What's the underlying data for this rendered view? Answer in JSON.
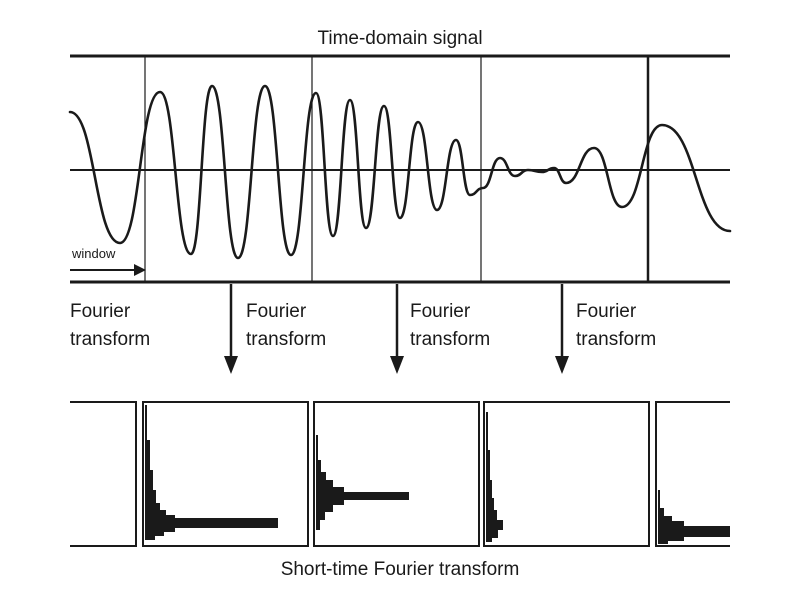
{
  "title_top": "Time-domain signal",
  "title_bottom": "Short-time Fourier transform",
  "window_label": "window",
  "transform_labels": [
    "Fourier\ntransform",
    "Fourier\ntransform",
    "Fourier\ntransform",
    "Fourier\ntransform"
  ],
  "colors": {
    "ink": "#1a1a1a",
    "background": "#ffffff"
  }
}
